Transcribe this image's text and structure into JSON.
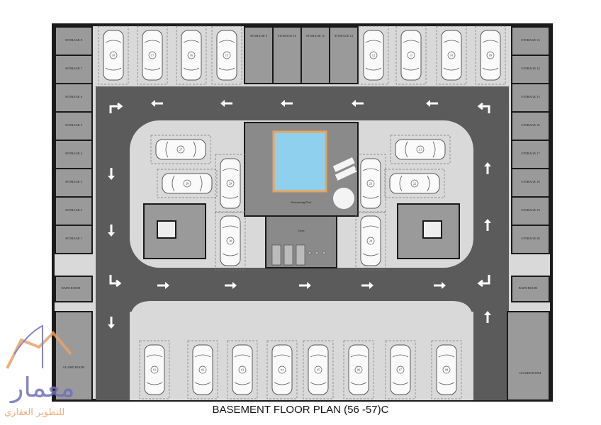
{
  "title": "BASEMENT FLOOR PLAN (56 -57)C",
  "colors": {
    "wall": "#1a1a1a",
    "room": "#9a9a9a",
    "parking": "#d9d9d9",
    "road": "#5b5b5b",
    "pool": "#8fd0ee",
    "pool_edge": "#e8a45a",
    "logo_orange": "#e9a36a",
    "logo_blue": "#7270b8"
  },
  "storage_left": [
    "STORAGE 8",
    "STORAGE 7",
    "STORAGE 6",
    "STORAGE 5",
    "STORAGE 4",
    "STORAGE 3",
    "STORAGE 2",
    "STORAGE 1"
  ],
  "storage_top": [
    "STORAGE 9",
    "STORAGE 10",
    "STORAGE 11",
    "STORAGE 12"
  ],
  "storage_right": [
    "STORAGE 13",
    "STORAGE 14",
    "STORAGE 15",
    "STORAGE 16",
    "STORAGE 17",
    "STORAGE 18",
    "STORAGE 19",
    "STORAGE 20"
  ],
  "rooms": {
    "pool": "Swimming Pool",
    "gym": "Gym",
    "bath_left": "BATH ROOM",
    "bath_right": "BATH ROOM",
    "guard_left": "GUARD ROOM",
    "guard_right": "GUARD ROOM"
  },
  "cars": {
    "top_left": [
      "18",
      "17",
      "16",
      "15"
    ],
    "top_right": [
      "12",
      "11",
      "10",
      "09"
    ],
    "island_left_h": [
      "27",
      "28"
    ],
    "island_left_v": [
      "29",
      "30"
    ],
    "island_right_h": [
      "21",
      "22"
    ],
    "island_right_v": [
      "23",
      "24"
    ],
    "bottom": [
      "01",
      "02",
      "03",
      "04",
      "05",
      "06",
      "07",
      "08"
    ]
  },
  "logo": {
    "mark": "معمار",
    "tagline": "للتطوير العقاري"
  }
}
